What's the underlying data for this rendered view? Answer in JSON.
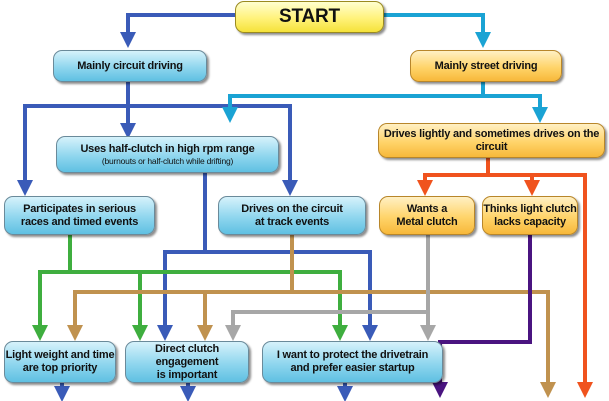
{
  "start": "START",
  "nodes": {
    "circuit": "Mainly circuit driving",
    "street": "Mainly street driving",
    "halfclutch": {
      "title": "Uses half-clutch in high rpm range",
      "note": "(burnouts or half-clutch while drifting)"
    },
    "drives_lightly": "Drives lightly and sometimes drives on the circuit",
    "serious": {
      "line1": "Participates in serious",
      "line2": "races and timed events"
    },
    "trackevents": {
      "line1": "Drives on the circuit",
      "line2": "at track events"
    },
    "metal": {
      "line1": "Wants a",
      "line2": "Metal clutch"
    },
    "lightclutch": {
      "line1": "Thinks light clutch",
      "line2": "lacks capacity"
    },
    "lightweight": {
      "line1": "Light weight and time",
      "line2": "are top priority"
    },
    "direct": {
      "line1": "Direct clutch engagement",
      "line2": "is important"
    },
    "protect": {
      "line1": "I want to protect the drivetrain",
      "line2": "and prefer easier startup"
    }
  },
  "colors": {
    "blue": "#3a5bb8",
    "cyan": "#1aa3d4",
    "green": "#3fae3f",
    "tan": "#c0924f",
    "gray": "#a7a7a7",
    "orange": "#f0531e",
    "purple": "#4a1480"
  }
}
